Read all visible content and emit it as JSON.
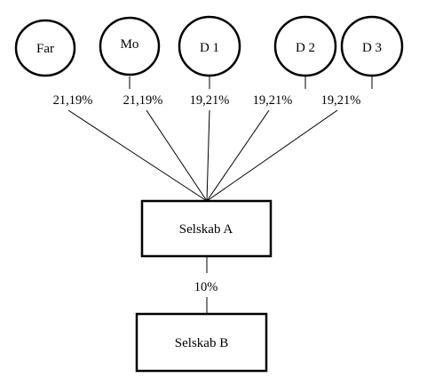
{
  "owners": [
    {
      "label": "Far",
      "share": "21,19%"
    },
    {
      "label": "Mo",
      "share": "21,19%"
    },
    {
      "label": "D 1",
      "share": "19,21%"
    },
    {
      "label": "D 2",
      "share": "19,21%"
    },
    {
      "label": "D 3",
      "share": "19,21%"
    }
  ],
  "company_a": {
    "label": "Selskab A"
  },
  "link_a_b": {
    "share": "10%"
  },
  "company_b": {
    "label": "Selskab B"
  }
}
